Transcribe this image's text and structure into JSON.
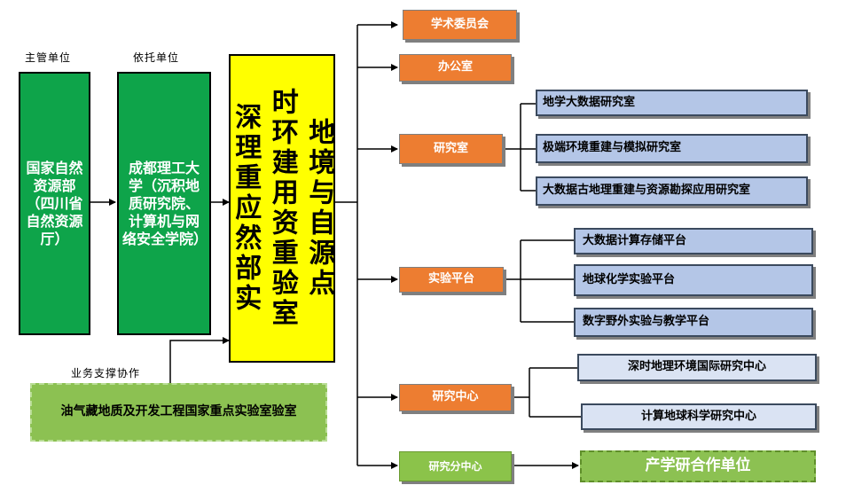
{
  "labels": {
    "supervisor": "主管单位",
    "host": "依托单位",
    "support_cooperation": "业务支撑协作"
  },
  "nodes": {
    "ministry": "国家自然资源部（四川省自然资源厅）",
    "university": "成都理工大学（沉积地质研究院、计算机与网络安全学院）",
    "lab": "深时地理环境重建与应用自然资源部重点实验室",
    "lab_columns": [
      "地境与自源点",
      "时环建用资重验室",
      "深理重应然部实"
    ],
    "support_lab": "油气藏地质及开发工程国家重点实验室验室",
    "academic_committee": "学术委员会",
    "office": "办公室",
    "research_office": "研究室",
    "experimental_platform": "实验平台",
    "research_center": "研究中心",
    "branch_center": "研究分中心",
    "industry_partners": "产学研合作单位"
  },
  "research_offices": [
    "地学大数据研究室",
    "极端环境重建与模拟研究室",
    "大数据古地理重建与资源勘探应用研究室"
  ],
  "platforms": [
    "大数据计算存储平台",
    "地球化学实验平台",
    "数字野外实验与教学平台"
  ],
  "centers": [
    "深时地理环境国际研究中心",
    "计算地球科学研究中心"
  ],
  "colors": {
    "green": "#0ea44a",
    "yellow": "#ffff00",
    "orange": "#ed7d31",
    "blue": "#b4c6e7",
    "light_blue": "#dae3f3",
    "lime": "#8cc152"
  }
}
